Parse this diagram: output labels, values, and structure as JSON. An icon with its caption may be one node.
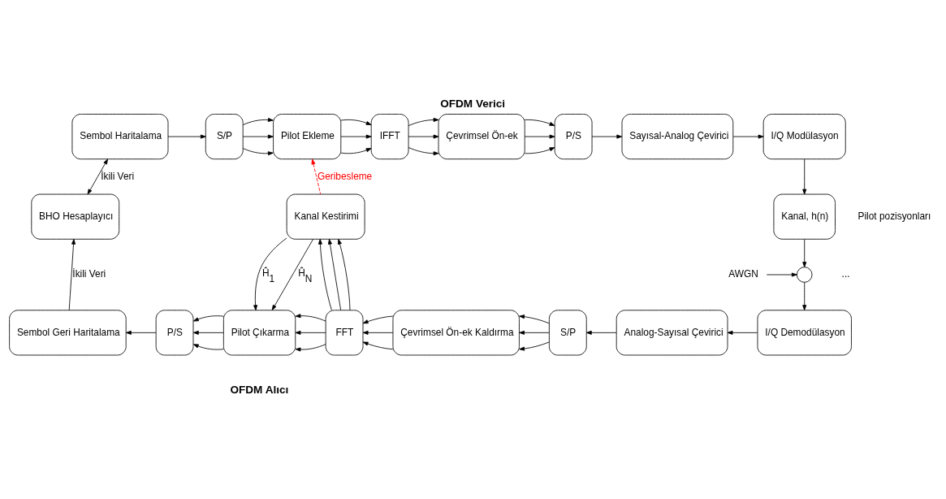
{
  "diagram": {
    "title": "OFDM Verici",
    "caption": "OFDM Alıcı",
    "nodes": [
      {
        "text": [
          "Sembol Haritalama"
        ]
      },
      {
        "text": [
          "S/P"
        ]
      },
      {
        "text": [
          "Pilot Ekleme"
        ]
      },
      {
        "text": [
          "IFFT"
        ]
      },
      {
        "text": [
          "Çevrimsel Ön-ek"
        ]
      },
      {
        "text": [
          "P/S"
        ]
      },
      {
        "text": [
          "Sayısal-Analog Çevirici"
        ]
      },
      {
        "text": [
          "I/Q Modülasyon"
        ]
      },
      {
        "text": [
          "Kanal, h(n)"
        ]
      },
      {
        "text": [],
        "shape": "circle"
      },
      {
        "text": [
          "AWGN"
        ]
      },
      {
        "text": [
          "I/Q Demodülasyon"
        ]
      },
      {
        "text": [
          "Analog-Sayısal Çevirici"
        ]
      },
      {
        "text": [
          "S/P"
        ]
      },
      {
        "text": [
          "Çevrimsel Ön-ek Kaldırma"
        ]
      },
      {
        "text": [
          "FFT"
        ]
      },
      {
        "text": [
          "Pilot Çıkarma"
        ]
      },
      {
        "text": [
          "P/S"
        ]
      },
      {
        "text": [
          "Sembol Geri Haritalama"
        ]
      },
      {
        "text": [
          "BHO Hesaplayıcı"
        ]
      },
      {
        "text": [
          "Kanal Kestirimi"
        ]
      }
    ],
    "edges": [
      {
        "from": 0,
        "to": 1,
        "arrow": "to"
      },
      {
        "from": 1,
        "to": 2,
        "arrow": "to"
      },
      {
        "from": 1,
        "to": 2,
        "arrow": "to"
      },
      {
        "from": 1,
        "to": 2,
        "arrow": "to"
      },
      {
        "from": 2,
        "to": 3,
        "arrow": "to"
      },
      {
        "from": 2,
        "to": 3,
        "arrow": "to"
      },
      {
        "from": 2,
        "to": 3,
        "arrow": "to"
      },
      {
        "from": 3,
        "to": 4,
        "arrow": "to"
      },
      {
        "from": 3,
        "to": 4,
        "arrow": "to"
      },
      {
        "from": 3,
        "to": 4,
        "arrow": "to"
      },
      {
        "from": 4,
        "to": 5,
        "arrow": "to"
      },
      {
        "from": 4,
        "to": 5,
        "arrow": "to"
      },
      {
        "from": 4,
        "to": 5,
        "arrow": "to"
      },
      {
        "from": 5,
        "to": 6,
        "arrow": "to"
      },
      {
        "from": 6,
        "to": 7,
        "arrow": "to"
      },
      {
        "from": 7,
        "to": 8,
        "arrow": "to"
      },
      {
        "from": 8,
        "to": 9,
        "arrow": "to"
      },
      {
        "from": 10,
        "to": 9,
        "arrow": "to"
      },
      {
        "from": 9,
        "to": 11,
        "arrow": "to"
      },
      {
        "from": 11,
        "to": 12,
        "arrow": "to"
      },
      {
        "from": 12,
        "to": 13,
        "arrow": "to"
      },
      {
        "from": 13,
        "to": 14,
        "arrow": "to"
      },
      {
        "from": 13,
        "to": 14,
        "arrow": "to"
      },
      {
        "from": 13,
        "to": 14,
        "arrow": "to"
      },
      {
        "from": 14,
        "to": 15,
        "arrow": "to"
      },
      {
        "from": 14,
        "to": 15,
        "arrow": "to"
      },
      {
        "from": 14,
        "to": 15,
        "arrow": "to"
      },
      {
        "from": 15,
        "to": 16,
        "arrow": "to"
      },
      {
        "from": 15,
        "to": 16,
        "arrow": "to"
      },
      {
        "from": 15,
        "to": 16,
        "arrow": "to"
      },
      {
        "from": 15,
        "to": 20,
        "arrow": "to"
      },
      {
        "from": 15,
        "to": 20,
        "arrow": "to"
      },
      {
        "from": 15,
        "to": 20,
        "arrow": "to"
      },
      {
        "from": 20,
        "to": 16,
        "arrow": "to",
        "label": "Ĥ$_{1}$"
      },
      {
        "from": 20,
        "to": 16,
        "arrow": "to",
        "label": "Ĥ$_{N}$"
      },
      {
        "from": 16,
        "to": 17,
        "arrow": "to"
      },
      {
        "from": 16,
        "to": 17,
        "arrow": "to"
      },
      {
        "from": 16,
        "to": 17,
        "arrow": "to"
      },
      {
        "from": 17,
        "to": 18,
        "arrow": "to"
      },
      {
        "from": 18,
        "to": 19,
        "arrow": "to",
        "label": "İkili Veri"
      },
      {
        "from": 19,
        "to": 0,
        "arrow": "both",
        "label": "İkili Veri"
      },
      {
        "from": 20,
        "to": 2,
        "arrow": "to",
        "label": "Geribesleme",
        "style": "dashed",
        "color": "#ff0000"
      }
    ],
    "labels": [
      "Pilot pozisyonları",
      "..."
    ]
  }
}
